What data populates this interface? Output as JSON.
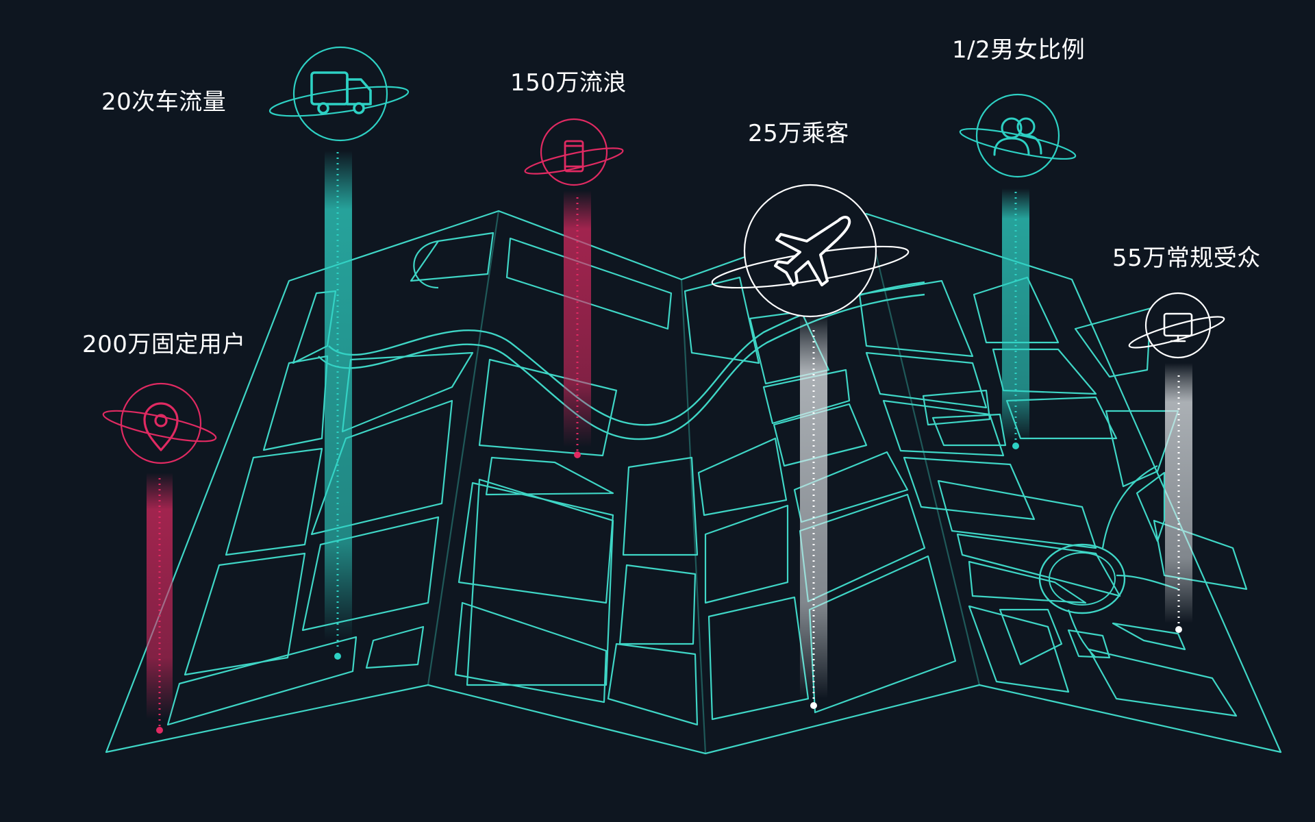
{
  "colors": {
    "background": "#0e1620",
    "map_line": "#3fd6c6",
    "teal": "#2ed1c4",
    "pink": "#e02a62",
    "white": "#ffffff"
  },
  "markers": [
    {
      "label": "200万固定用户",
      "icon": "map-pin-icon",
      "color": "pink"
    },
    {
      "label": "20次车流量",
      "icon": "truck-icon",
      "color": "teal"
    },
    {
      "label": "150万流浪",
      "icon": "phone-icon",
      "color": "pink"
    },
    {
      "label": "25万乘客",
      "icon": "airplane-icon",
      "color": "white"
    },
    {
      "label": "1/2男女比例",
      "icon": "users-icon",
      "color": "teal"
    },
    {
      "label": "55万常规受众",
      "icon": "monitor-icon",
      "color": "white"
    }
  ]
}
